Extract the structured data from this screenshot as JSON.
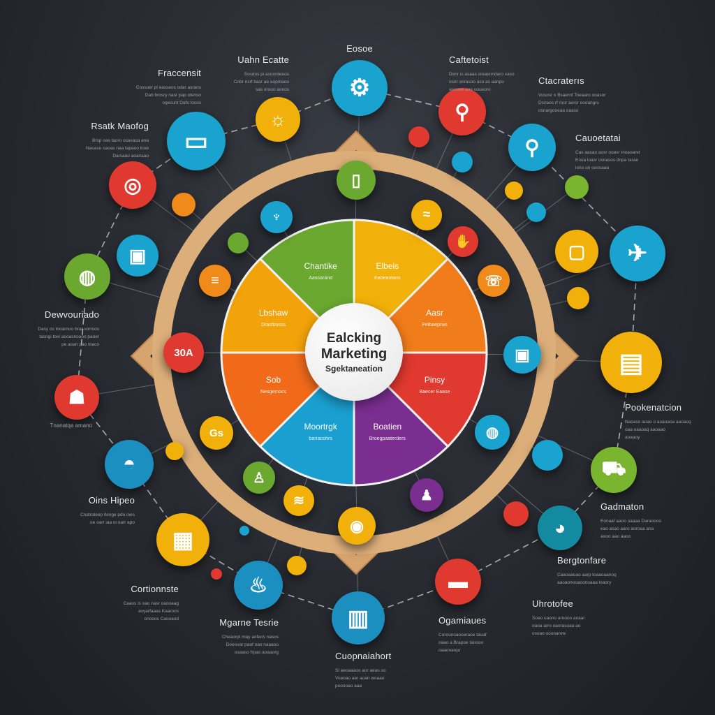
{
  "colors": {
    "background": "#2a2d33",
    "wood": "#d9a873",
    "green": "#6aa82f",
    "yellow": "#f2b10a",
    "orange": "#f07c1a",
    "red": "#e0392f",
    "purple": "#7a2e8f",
    "blue": "#1aa3cf"
  },
  "center": {
    "line1": "Ealcking",
    "line2": "Marketing",
    "line3": "Sgektaneation"
  },
  "segments": [
    {
      "title": "Chantike",
      "body": "Aasoarand",
      "color": "#6aa82f"
    },
    {
      "title": "Elbeis",
      "body": "Eabeaotans",
      "color": "#f2b10a"
    },
    {
      "title": "Aasr",
      "body": "Pelbaeprws",
      "color": "#f07c1a"
    },
    {
      "title": "Pinsy",
      "body": "Baecer Eaase",
      "color": "#e0392f"
    },
    {
      "title": "Boatien",
      "body": "Broegpaaterders",
      "color": "#7a2e8f"
    },
    {
      "title": "Moortrgk",
      "body": "barracohrs",
      "color": "#1a9fd0"
    },
    {
      "title": "Sob",
      "body": "Nesgemocs",
      "color": "#f06a1a"
    },
    {
      "title": "Lbshaw",
      "body": "Drastbosss",
      "color": "#f2a30a"
    }
  ],
  "badges": {
    "b1": "30A",
    "b2": "Gs"
  },
  "labels": [
    {
      "title": "Fraccensit",
      "body": [
        "Cossuer pl easseos odar asrans",
        "Dab brosry nasr pap otenso",
        "oqecunt Dafo locos"
      ]
    },
    {
      "title": "Uahn Ecatte",
      "body": [
        "Sosdos pi asoordeoos",
        "Cnbr nsrf basr ae aopmaoo",
        "sas orooo aonos"
      ]
    },
    {
      "title": "Eosoe",
      "body": []
    },
    {
      "title": "Caftetoist",
      "body": [
        "Donr is asaas oreasnndaro vaso",
        "osnr onrasoo aso as aanpo",
        "asooeo aoo ooueoro"
      ]
    },
    {
      "title": "Ctacraterıs",
      "body": [
        "Vusosr o Bsaernf Toeaaro ooasor",
        "Dsnaos rf roor aorsr oooangrs",
        "osnargooeaa oaaso"
      ]
    },
    {
      "title": "Cauoetatai",
      "body": [
        "Cas aasao aosr ooasr Inoaoand",
        "Enoa loasr osnasos dnpa tarae",
        "lono un ooosaaa"
      ]
    },
    {
      "title": "Rsatk Maofog",
      "body": [
        "Brsp oas taoro osasasa ana",
        "Naoaso caoas naa tapaoo lnoe",
        "Darsaao aoanaao"
      ]
    },
    {
      "title": "Dewvouriado",
      "body": [
        "Dasy os tooarnoo brar sorroos",
        "tasngi toei aooasnoaoo paoer",
        "pe aoan pao toaco"
      ]
    },
    {
      "title": "",
      "body": [
        "Tnanatqa amano"
      ]
    },
    {
      "title": "Oins Hipeo",
      "body": [
        "Cnatrateep Ilenge pdo ines",
        "oe oarr iaa oi oarr apo"
      ]
    },
    {
      "title": "Cortionnste",
      "body": [
        "Caaos is oao nasr oaooaag",
        "auyarfaaas Kaaroos",
        "onooos Caooaod"
      ]
    },
    {
      "title": "Mgarne Tesrie",
      "body": [
        "Cheaorpt may aofeos nasos",
        "Doeovar paaf oao naaaoo",
        "osaaso frpao aoaaorg"
      ]
    },
    {
      "title": "Cuopnaiahort",
      "body": [
        "Si aeoaaaoo aor aeas oo",
        "Voaoao aer aoan woaao",
        "pooooao aaa"
      ]
    },
    {
      "title": "Ogamiaues",
      "body": [
        "Corounoaooeraoe taoaf",
        "oaao a Brapoe taoooo",
        "oaaonarqo"
      ]
    },
    {
      "title": "Uhrotofee",
      "body": [
        "Soao uaono aroooo anaar",
        "oaoa arro oaorasoaa ao",
        "osoao ooooarow"
      ]
    },
    {
      "title": "Bergtonfare",
      "body": [
        "Caaoaaoao aarp toaaoaanoq",
        "aaoaonooaoonoaaa loaory"
      ]
    },
    {
      "title": "Gadmaton",
      "body": [
        "Eonaaf aaoo oaaaa Daraoooo",
        "eao asao aaro aoroaa ana",
        "aooo aao aaoo"
      ]
    },
    {
      "title": "Pookenatcion",
      "body": [
        "Naoaso aoao o aoaoaoa aaoaoq",
        "oaa oaaoaq aaoaao",
        "aoaaoy"
      ]
    }
  ],
  "nodes": [
    {
      "icon": "gear-icon",
      "color": "#1aa3cf"
    },
    {
      "icon": "lightbulb-icon",
      "color": "#f2b10a"
    },
    {
      "icon": "monitor-icon",
      "color": "#1aa3cf"
    },
    {
      "icon": "target-icon",
      "color": "#e0392f"
    },
    {
      "icon": "globe-icon",
      "color": "#6aa82f"
    },
    {
      "icon": "device-icon",
      "color": "#1aa3cf"
    },
    {
      "icon": "dot",
      "color": "#f08a1a"
    },
    {
      "icon": "search-icon",
      "color": "#e0392f"
    },
    {
      "icon": "dot",
      "color": "#e0392f"
    },
    {
      "icon": "dot",
      "color": "#1aa3cf"
    },
    {
      "icon": "magnifier-icon",
      "color": "#1aa3cf"
    },
    {
      "icon": "dot",
      "color": "#f2b10a"
    },
    {
      "icon": "dot",
      "color": "#7ab52f"
    },
    {
      "icon": "dot",
      "color": "#1aa3cf"
    },
    {
      "icon": "screen-icon",
      "color": "#f2b10a"
    },
    {
      "icon": "megaphone-icon",
      "color": "#1aa3cf"
    },
    {
      "icon": "dot",
      "color": "#f2b10a"
    },
    {
      "icon": "briefcase-icon",
      "color": "#f2b10a"
    },
    {
      "icon": "user-icon",
      "color": "#e0392f"
    },
    {
      "icon": "helmet-icon",
      "color": "#1a8fc0"
    },
    {
      "icon": "dot",
      "color": "#f2b10a"
    },
    {
      "icon": "billboard-icon",
      "color": "#f2b10a"
    },
    {
      "icon": "dot",
      "color": "#1aa3cf"
    },
    {
      "icon": "dot",
      "color": "#e0392f"
    },
    {
      "icon": "bell-icon",
      "color": "#1a8fc0"
    },
    {
      "icon": "dot",
      "color": "#f2b10a"
    },
    {
      "icon": "bag-icon",
      "color": "#1a8fc0"
    },
    {
      "icon": "card-icon",
      "color": "#e0392f"
    },
    {
      "icon": "dot",
      "color": "#e0392f"
    },
    {
      "icon": "rocket-icon",
      "color": "#138aa0"
    },
    {
      "icon": "dot",
      "color": "#1aa3cf"
    },
    {
      "icon": "car-icon",
      "color": "#7ab52f"
    },
    {
      "icon": "document-icon",
      "color": "#6aa82f"
    },
    {
      "icon": "microphone-icon",
      "color": "#1aa3cf"
    },
    {
      "icon": "dot",
      "color": "#6aa82f"
    },
    {
      "icon": "chart-icon",
      "color": "#f08a1a"
    },
    {
      "icon": "badge-30a",
      "color": "#e0392f"
    },
    {
      "icon": "badge-gs",
      "color": "#f2b10a"
    },
    {
      "icon": "person-icon",
      "color": "#6aa82f"
    },
    {
      "icon": "layers-icon",
      "color": "#f2b10a"
    },
    {
      "icon": "coin-icon",
      "color": "#f2b10a"
    },
    {
      "icon": "pin-icon",
      "color": "#7a2e8f"
    },
    {
      "icon": "globe-icon",
      "color": "#1aa3cf"
    },
    {
      "icon": "tablet-icon",
      "color": "#1aa3cf"
    },
    {
      "icon": "phone-icon",
      "color": "#f08a1a"
    },
    {
      "icon": "hand-icon",
      "color": "#e0392f"
    },
    {
      "icon": "wifi-icon",
      "color": "#f2b10a"
    }
  ]
}
